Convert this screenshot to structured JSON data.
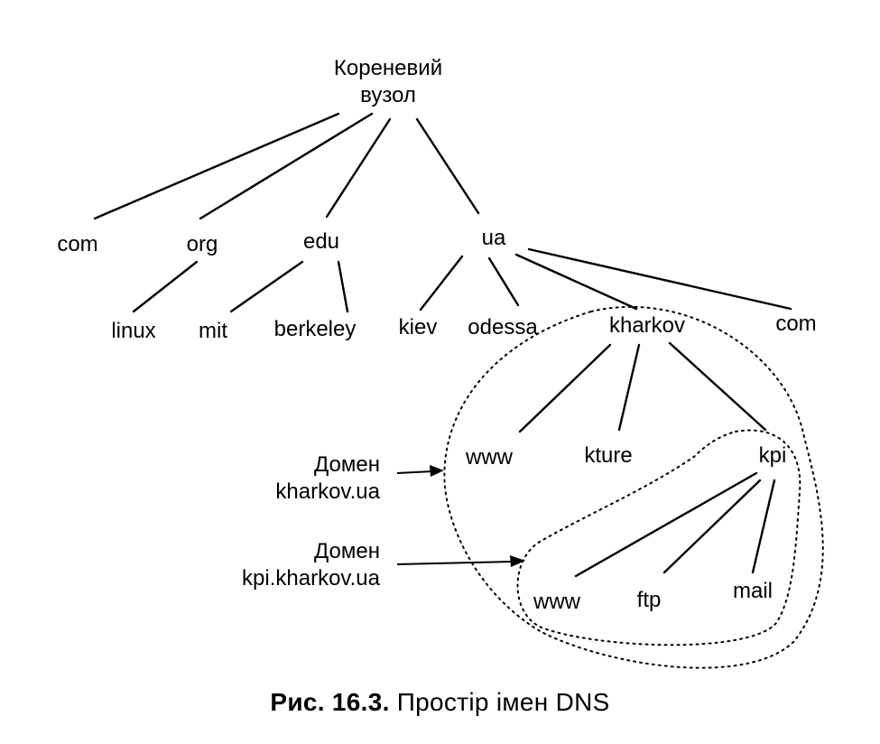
{
  "root": {
    "line1": "Кореневий",
    "line2": "вузол"
  },
  "nodes": {
    "com": "com",
    "org": "org",
    "edu": "edu",
    "ua": "ua",
    "linux": "linux",
    "mit": "mit",
    "berkeley": "berkeley",
    "kiev": "kiev",
    "odessa": "odessa",
    "kharkov": "kharkov",
    "ua_com": "com",
    "kh_www": "www",
    "kture": "kture",
    "kpi": "kpi",
    "kpi_www": "www",
    "ftp": "ftp",
    "mail": "mail"
  },
  "domain_labels": {
    "kharkov": {
      "line1": "Домен",
      "line2": "kharkov.ua"
    },
    "kpi": {
      "line1": "Домен",
      "line2": "kpi.kharkov.ua"
    }
  },
  "caption": {
    "number": "Рис.  16.3.",
    "text": " Простір імен DNS"
  }
}
